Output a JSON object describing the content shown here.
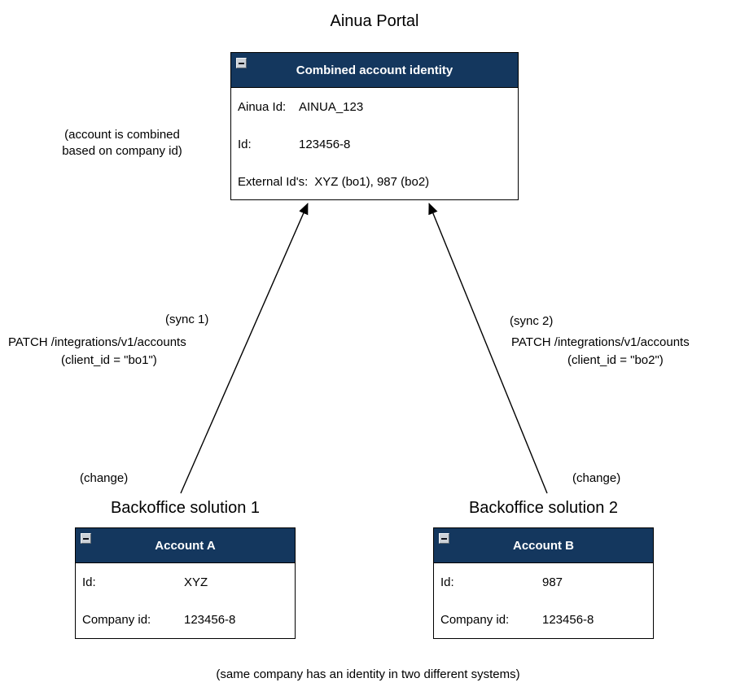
{
  "page": {
    "title": "Ainua Portal",
    "caption": "(same company has an identity in two different systems)"
  },
  "colors": {
    "box_header_bg": "#14375e",
    "box_header_text": "#ffffff",
    "box_border": "#000000",
    "arrow": "#000000",
    "text": "#000000",
    "background": "#ffffff"
  },
  "combined_note": {
    "line1": "(account is combined",
    "line2": "based on company id)"
  },
  "combined_box": {
    "title": "Combined account identity",
    "collapse_icon": "minus-collapse-icon",
    "fields": [
      {
        "label": "Ainua Id:",
        "value": "AINUA_123"
      },
      {
        "label": "Id:",
        "value": "123456-8"
      },
      {
        "label": "External Id's:",
        "value": "XYZ (bo1), 987 (bo2)"
      }
    ]
  },
  "sync1": {
    "label": "(sync 1)",
    "request": "PATCH /integrations/v1/accounts",
    "client": "(client_id = \"bo1\")",
    "change": "(change)"
  },
  "sync2": {
    "label": "(sync 2)",
    "request": "PATCH /integrations/v1/accounts",
    "client": "(client_id = \"bo2\")",
    "change": "(change)"
  },
  "backoffice1": {
    "heading": "Backoffice solution 1",
    "box": {
      "title": "Account A",
      "collapse_icon": "minus-collapse-icon",
      "fields": [
        {
          "label": "Id:",
          "value": "XYZ"
        },
        {
          "label": "Company id:",
          "value": "123456-8"
        }
      ]
    }
  },
  "backoffice2": {
    "heading": "Backoffice solution 2",
    "box": {
      "title": "Account B",
      "collapse_icon": "minus-collapse-icon",
      "fields": [
        {
          "label": "Id:",
          "value": "987"
        },
        {
          "label": "Company id:",
          "value": "123456-8"
        }
      ]
    }
  }
}
